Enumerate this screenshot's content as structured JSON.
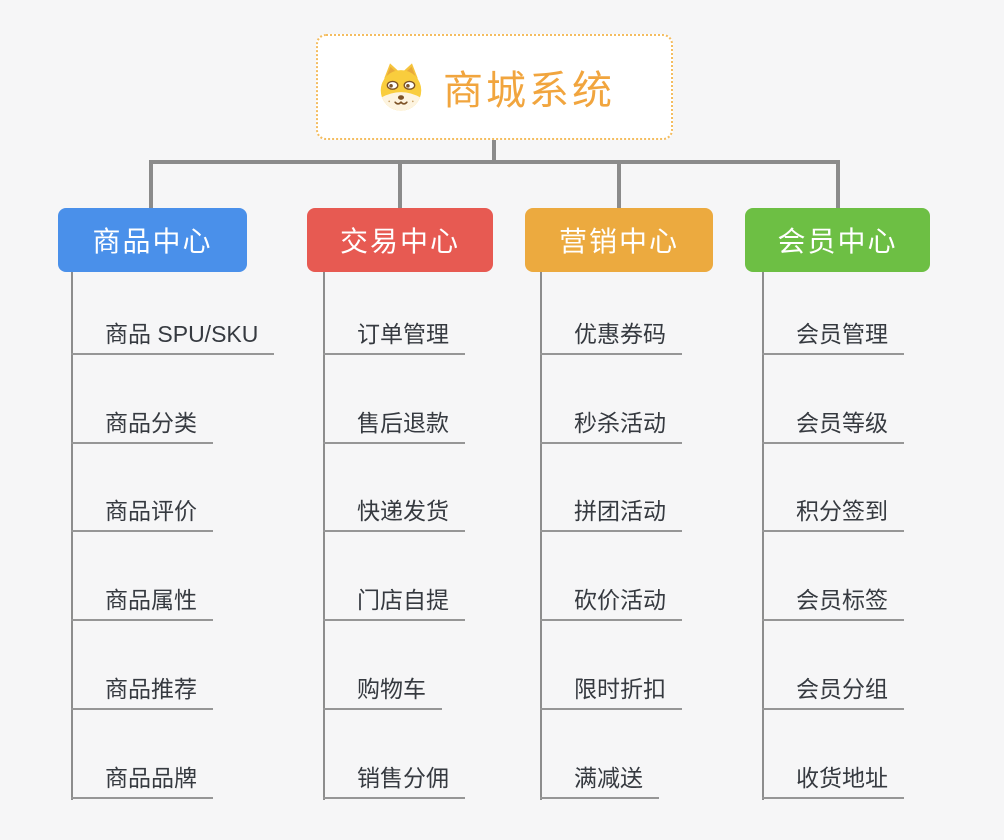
{
  "root": {
    "title": "商城系统",
    "icon": "shiba-dog-icon",
    "accent_color": "#f1a53e",
    "border_color": "#f4bd60"
  },
  "connector_color": "#8b8b8b",
  "branches": [
    {
      "label": "商品中心",
      "color": "#4a90ea",
      "children": [
        "商品 SPU/SKU",
        "商品分类",
        "商品评价",
        "商品属性",
        "商品推荐",
        "商品品牌"
      ]
    },
    {
      "label": "交易中心",
      "color": "#e75a52",
      "children": [
        "订单管理",
        "售后退款",
        "快递发货",
        "门店自提",
        "购物车",
        "销售分佣"
      ]
    },
    {
      "label": "营销中心",
      "color": "#ecaa3f",
      "children": [
        "优惠券码",
        "秒杀活动",
        "拼团活动",
        "砍价活动",
        "限时折扣",
        "满减送"
      ]
    },
    {
      "label": "会员中心",
      "color": "#6dbf44",
      "children": [
        "会员管理",
        "会员等级",
        "积分签到",
        "会员标签",
        "会员分组",
        "收货地址"
      ]
    }
  ]
}
